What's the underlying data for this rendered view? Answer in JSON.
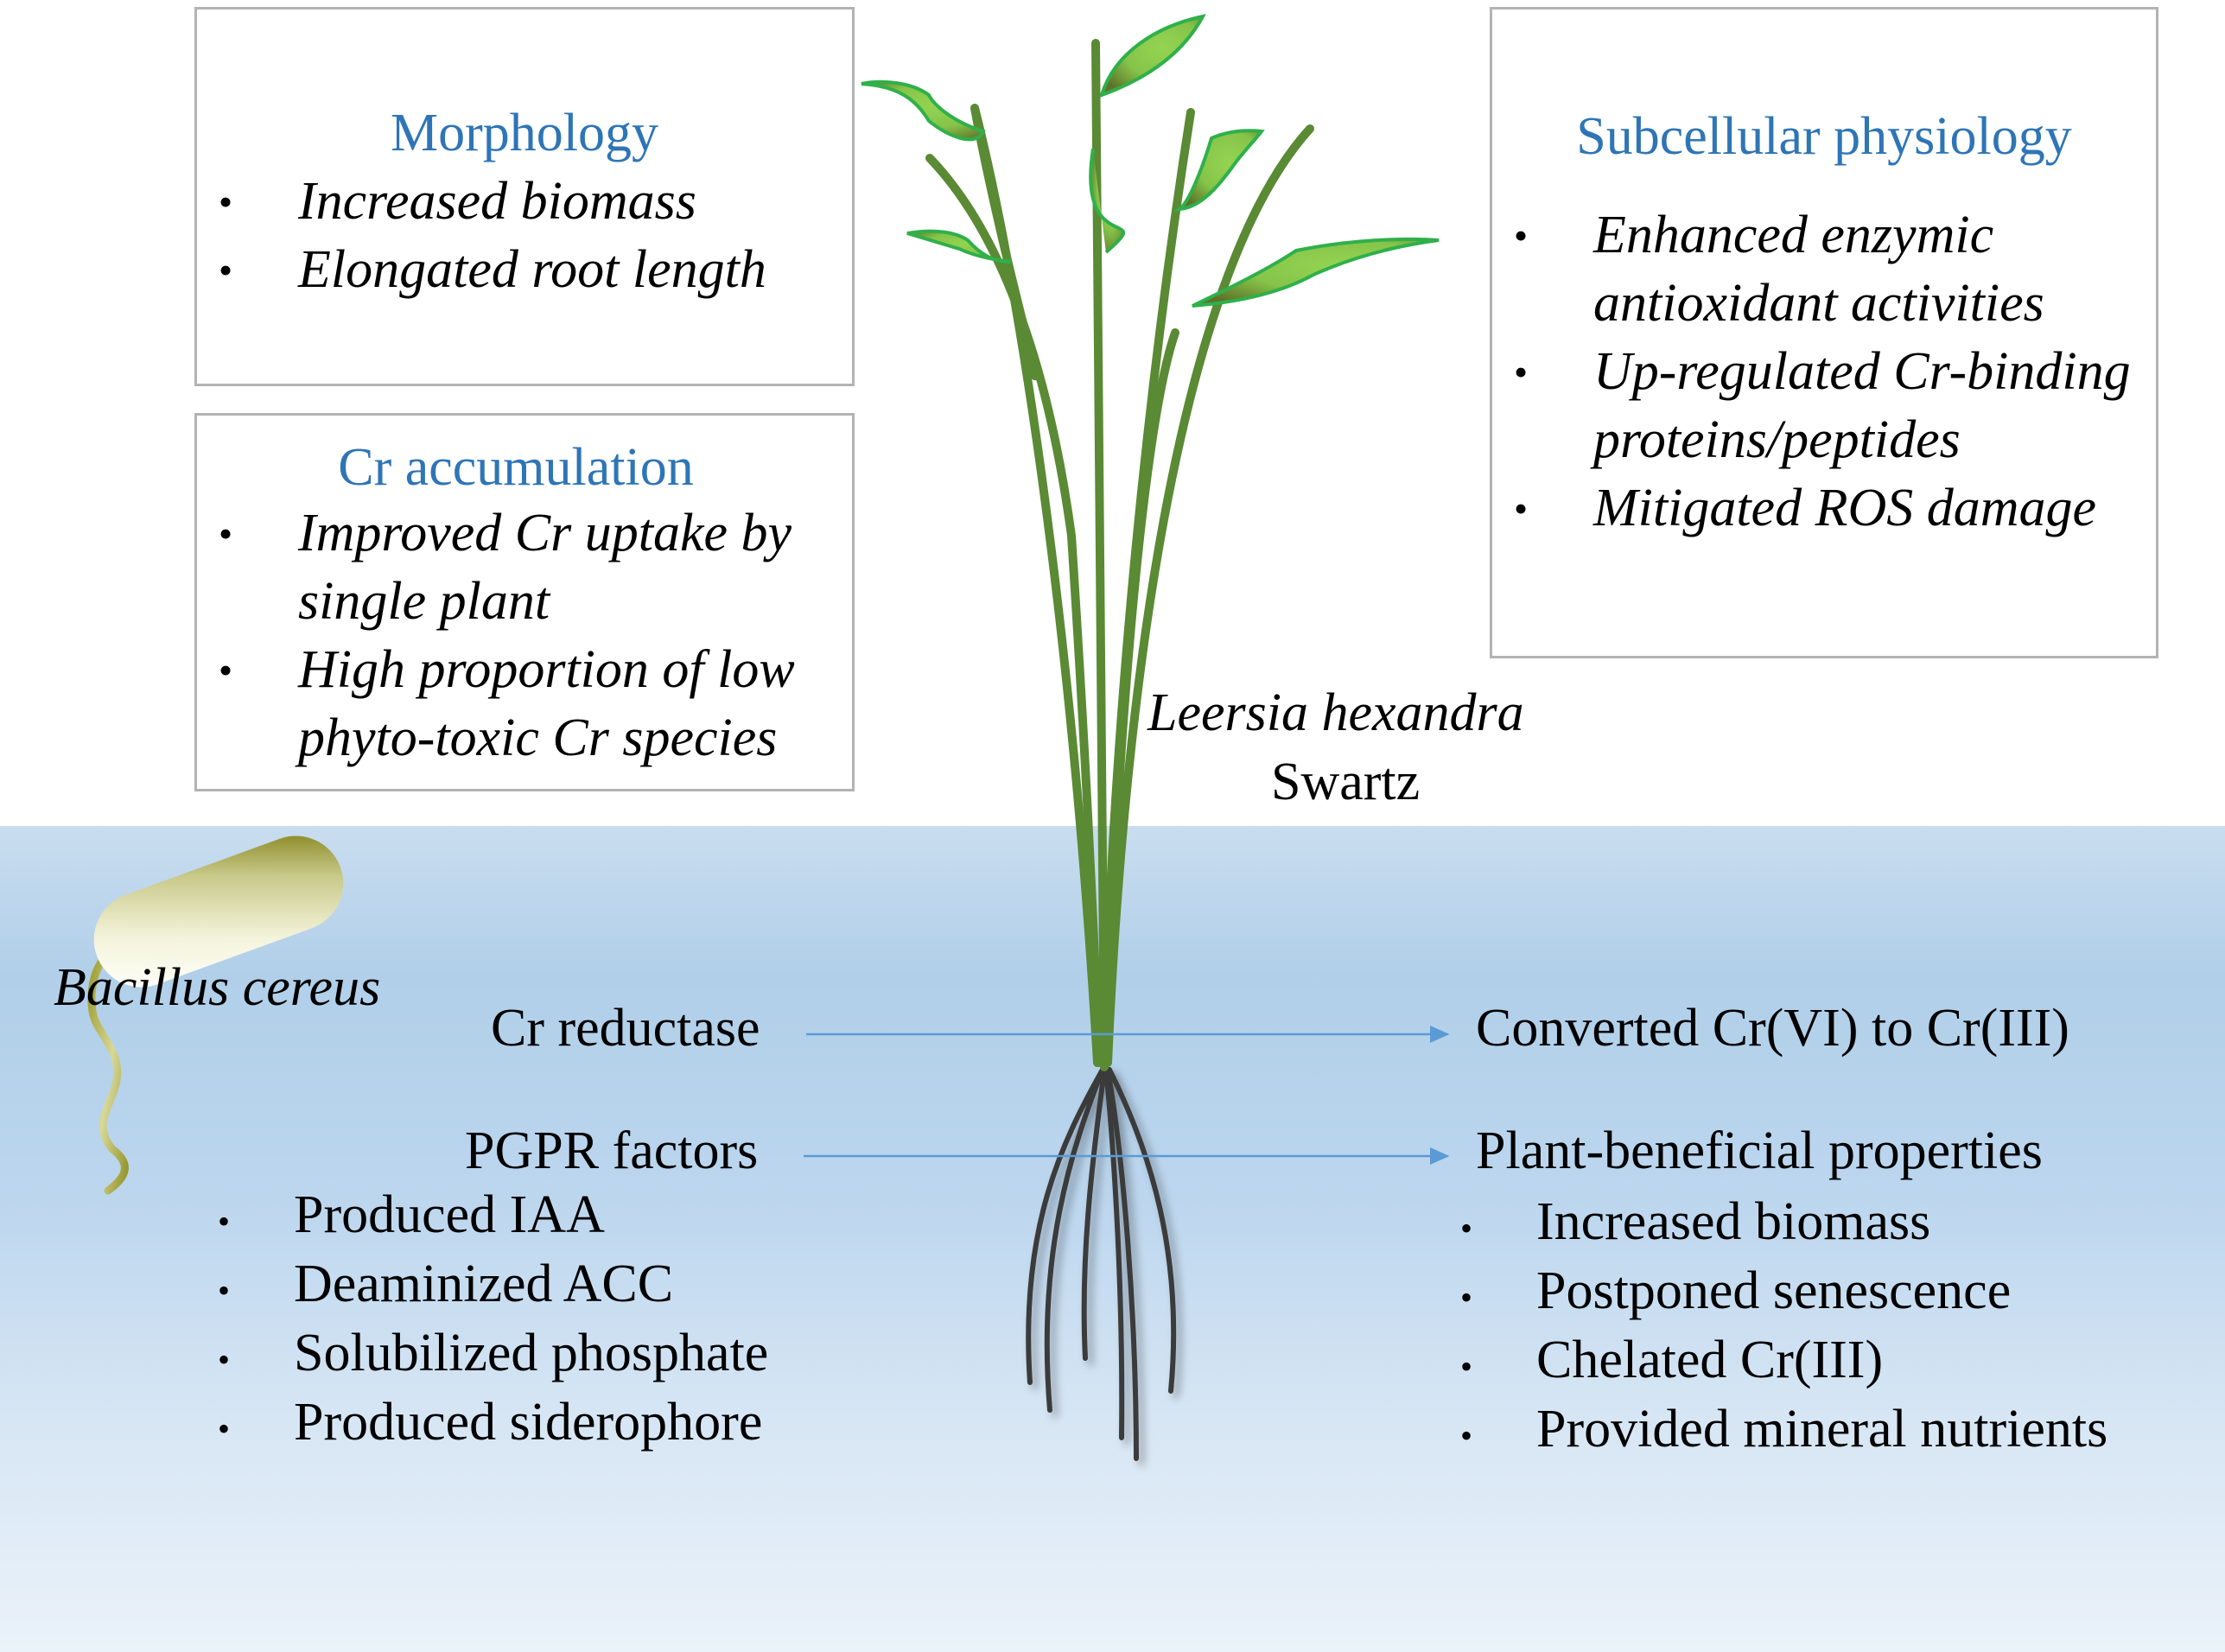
{
  "boxes": {
    "morphology": {
      "title": "Morphology",
      "items": [
        "Increased biomass",
        "Elongated root length"
      ]
    },
    "cr_accumulation": {
      "title": "Cr accumulation",
      "items": [
        "Improved Cr uptake by single plant",
        "High proportion of low phyto-toxic Cr species"
      ],
      "lines": [
        "Improved Cr uptake by",
        "single plant",
        "High proportion of low",
        "phyto-toxic Cr species"
      ]
    },
    "subcellular": {
      "title": "Subcellular physiology",
      "items": [
        "Enhanced enzymic antioxidant activities",
        "Up-regulated Cr-binding proteins/peptides",
        "Mitigated ROS damage"
      ],
      "lines": [
        "Enhanced enzymic",
        "antioxidant activities",
        "Up-regulated Cr-binding",
        "proteins/peptides",
        "Mitigated ROS damage"
      ]
    }
  },
  "plant": {
    "species_italic": "Leersia hexandra",
    "species_authority": "Swartz"
  },
  "bacterium": {
    "name": "Bacillus cereus"
  },
  "bullet_char": "•",
  "left_factors": {
    "cr_reductase": "Cr reductase",
    "pgpr_title": "PGPR factors",
    "pgpr_items": [
      "Produced IAA",
      "Deaminized ACC",
      "Solubilized phosphate",
      "Produced siderophore"
    ]
  },
  "right_effects": {
    "converted": "Converted Cr(VI) to Cr(III)",
    "benefits_title": "Plant-beneficial properties",
    "benefits_items": [
      "Increased biomass",
      "Postponed senescence",
      "Chelated Cr(III)",
      "Provided mineral nutrients"
    ]
  },
  "colors": {
    "title_blue": "#2e75b6",
    "arrow_blue": "#5b9bd5",
    "stem_green": "#5a8a34",
    "leaf_light": "#8fce4e",
    "leaf_dark": "#5f7a2a",
    "leaf_outline": "#2fb04a",
    "root_dark": "#3a3a3a",
    "bacterium_olive": "#8c8c1a"
  }
}
